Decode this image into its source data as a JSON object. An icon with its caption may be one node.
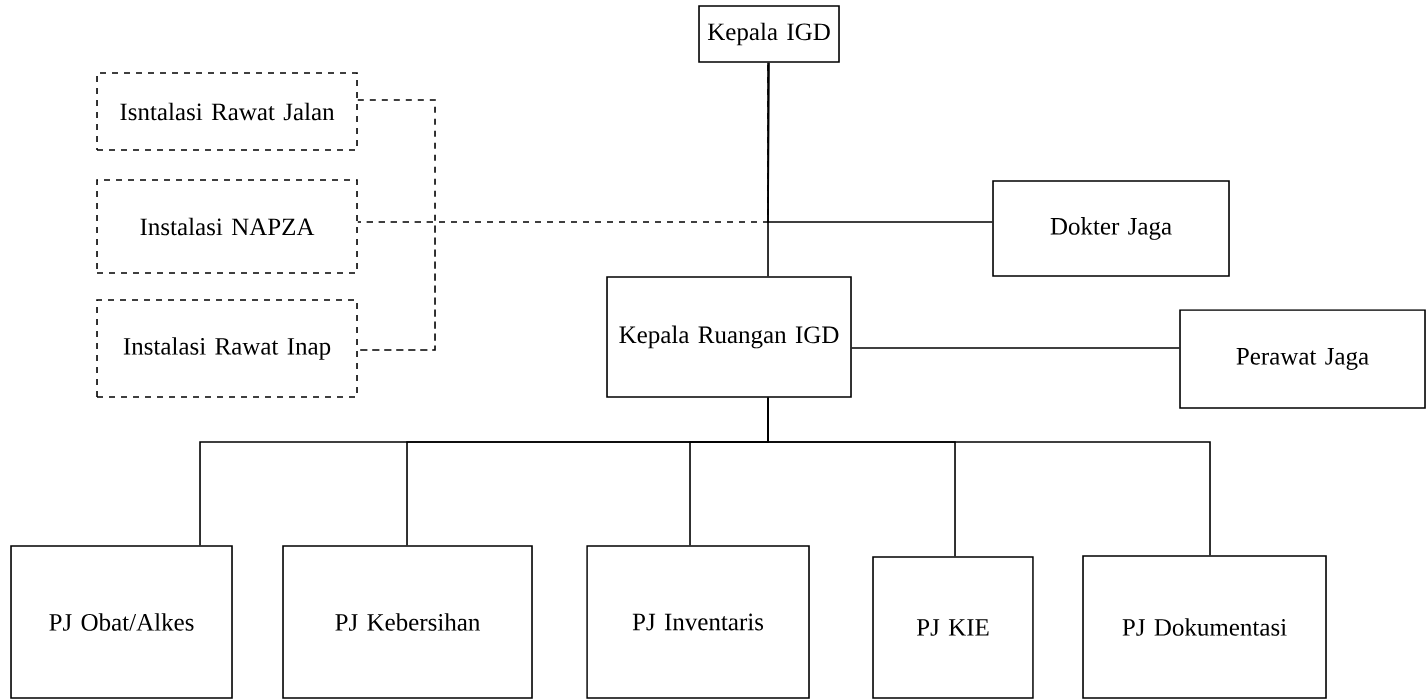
{
  "diagram": {
    "nodes": [
      {
        "text": [
          "Kepala IGD"
        ]
      },
      {
        "text": [
          "Isntalasi Rawat Jalan"
        ]
      },
      {
        "text": [
          "Instalasi NAPZA"
        ]
      },
      {
        "text": [
          "Instalasi Rawat Inap"
        ]
      },
      {
        "text": [
          "Dokter Jaga"
        ]
      },
      {
        "text": [
          "Kepala Ruangan IGD"
        ]
      },
      {
        "text": [
          "Perawat Jaga"
        ]
      },
      {
        "text": [
          "PJ Obat/Alkes"
        ]
      },
      {
        "text": [
          "PJ Kebersihan"
        ]
      },
      {
        "text": [
          "PJ Inventaris"
        ]
      },
      {
        "text": [
          "PJ KIE"
        ]
      },
      {
        "text": [
          "PJ Dokumentasi"
        ]
      }
    ],
    "edges": [
      {
        "from": 0,
        "to": 5,
        "arrow": "none"
      },
      {
        "from": 0,
        "to": 4,
        "arrow": "none"
      },
      {
        "from": 0,
        "to": 1,
        "arrow": "none",
        "style": "dashed"
      },
      {
        "from": 0,
        "to": 2,
        "arrow": "none",
        "style": "dashed"
      },
      {
        "from": 0,
        "to": 3,
        "arrow": "none",
        "style": "dashed"
      },
      {
        "from": 5,
        "to": 6,
        "arrow": "none"
      },
      {
        "from": 5,
        "to": 7,
        "arrow": "none"
      },
      {
        "from": 5,
        "to": 8,
        "arrow": "none"
      },
      {
        "from": 5,
        "to": 9,
        "arrow": "none"
      },
      {
        "from": 5,
        "to": 10,
        "arrow": "none"
      },
      {
        "from": 5,
        "to": 11,
        "arrow": "none"
      }
    ]
  }
}
